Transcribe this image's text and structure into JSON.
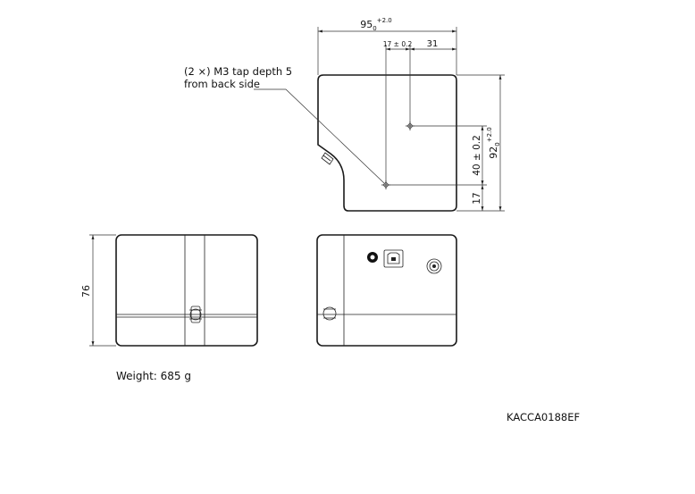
{
  "dimensions": {
    "width_base": "95",
    "width_sub": "0",
    "width_sup": "+2.0",
    "hole_offset": "17 ± 0.2",
    "right_offset": "31",
    "height_base": "92",
    "height_sub": "0",
    "height_sup": "+2.0",
    "hole_pitch": "40 ± 0.2",
    "bottom_offset": "17",
    "side_height": "76"
  },
  "callout": {
    "line1": "(2 ×) M3 tap depth 5",
    "line2": "from back side"
  },
  "weight_text": "Weight: 685 g",
  "drawing_code": "KACCA0188EF"
}
